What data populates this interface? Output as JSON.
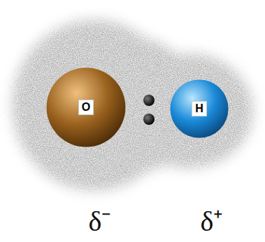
{
  "diagram": {
    "nodes": [
      {
        "text": [
          "O"
        ]
      },
      {
        "text": [
          "H"
        ]
      }
    ],
    "labels": [
      "δ⁻",
      "δ⁺"
    ]
  }
}
